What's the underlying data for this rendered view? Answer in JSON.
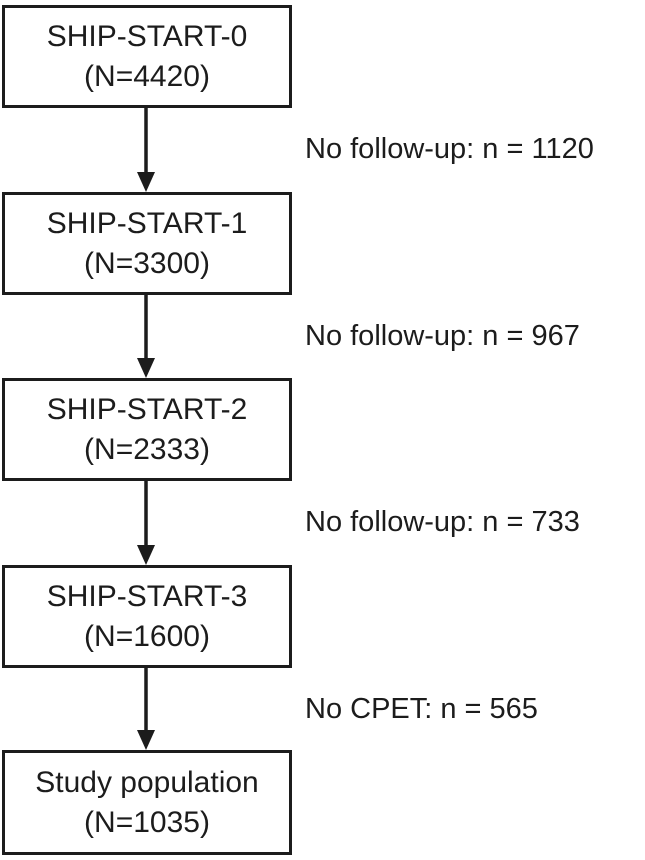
{
  "diagram": {
    "type": "flowchart",
    "description": "Study population selection flow diagram",
    "colors": {
      "border": "#1c1c1c",
      "text": "#1c1c1c",
      "background": "#ffffff",
      "arrow": "#1c1c1c"
    },
    "boxes": [
      {
        "label": "SHIP-START-0",
        "n": "(N=4420)"
      },
      {
        "label": "SHIP-START-1",
        "n": "(N=3300)"
      },
      {
        "label": "SHIP-START-2",
        "n": "(N=2333)"
      },
      {
        "label": "SHIP-START-3",
        "n": "(N=1600)"
      },
      {
        "label": "Study population",
        "n": "(N=1035)"
      }
    ],
    "exclusions": [
      "No follow-up: n = 1120",
      "No follow-up: n = 967",
      "No follow-up: n = 733",
      "No CPET: n = 565"
    ]
  }
}
